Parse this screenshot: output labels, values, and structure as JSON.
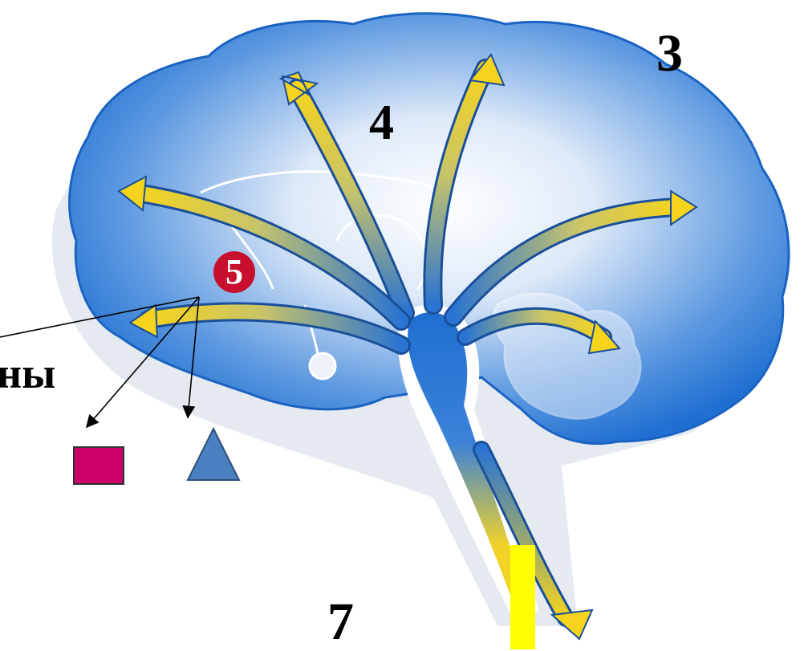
{
  "labels": {
    "three": "3",
    "four": "4",
    "five": "5",
    "seven": "7",
    "partial_word": "ны"
  },
  "colors": {
    "brain_blue": "#1f6fd1",
    "arrow_yellow": "#f5d21a",
    "square_fill": "#cc0066",
    "triangle_fill": "#4a7fc1",
    "badge_red": "#c8102e",
    "bar_yellow": "#ffff00"
  }
}
